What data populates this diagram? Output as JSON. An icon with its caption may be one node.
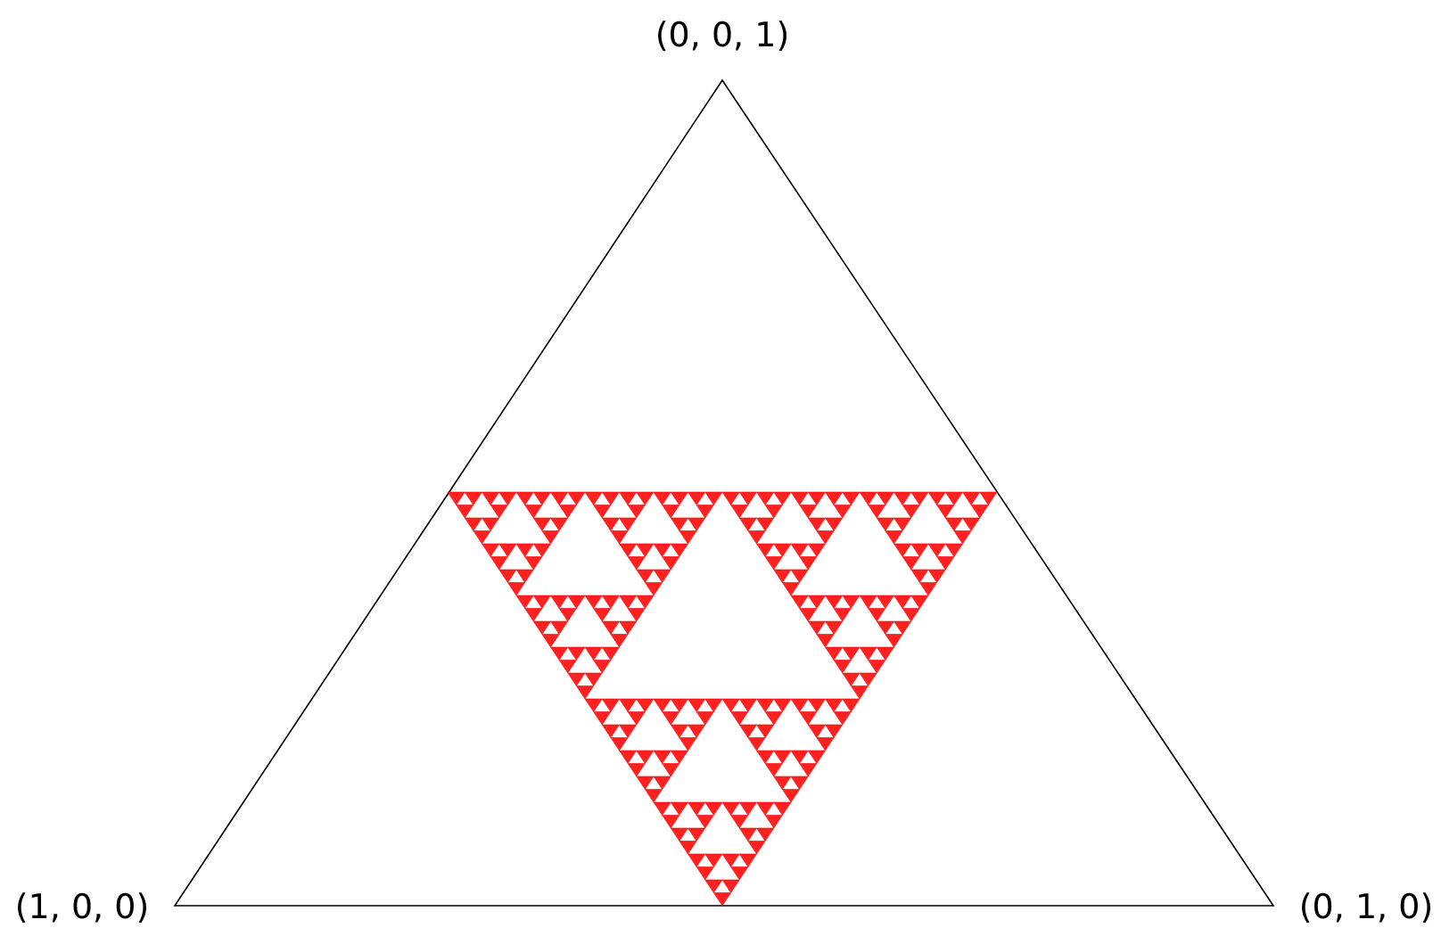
{
  "diagram": {
    "labels": [
      "(0, 0, 1)",
      "(1, 0, 0)",
      "(0, 1, 0)"
    ]
  }
}
